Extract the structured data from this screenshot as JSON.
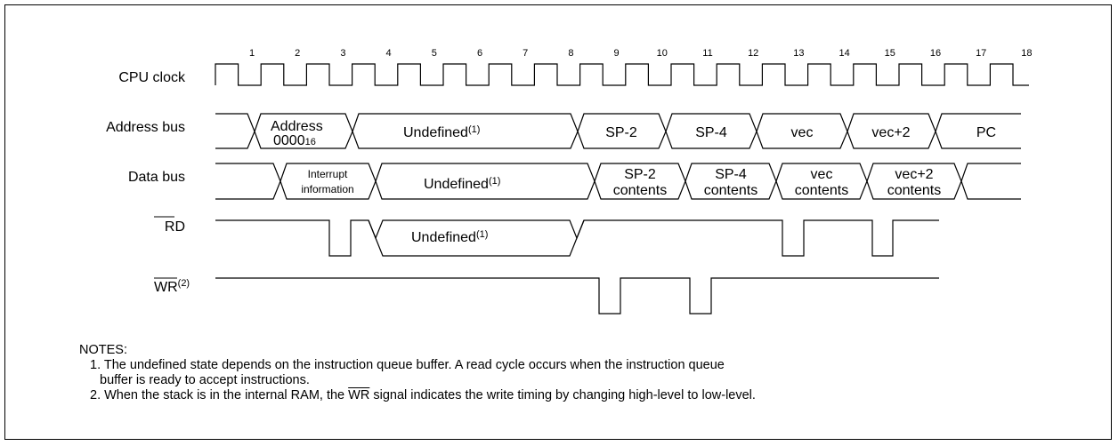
{
  "signals": {
    "clock": "CPU clock",
    "address": "Address bus",
    "data": "Data bus",
    "rd": "RD",
    "wr": "WR",
    "wr_sup": "(2)"
  },
  "cycle_numbers": [
    "1",
    "2",
    "3",
    "4",
    "5",
    "6",
    "7",
    "8",
    "9",
    "10",
    "11",
    "12",
    "13",
    "14",
    "15",
    "16",
    "17",
    "18"
  ],
  "address_bus": {
    "address_line1": "Address",
    "address_line2": "0000",
    "address_sub": "16",
    "undefined": "Undefined",
    "undefined_sup": "(1)",
    "sp2": "SP-2",
    "sp4": "SP-4",
    "vec": "vec",
    "vec2": "vec+2",
    "pc": "PC"
  },
  "data_bus": {
    "interrupt_line1": "Interrupt",
    "interrupt_line2": "information",
    "undefined": "Undefined",
    "undefined_sup": "(1)",
    "sp2_line1": "SP-2",
    "sp4_line1": "SP-4",
    "vec_line1": "vec",
    "vec2_line1": "vec+2",
    "contents": "contents"
  },
  "rd_bus": {
    "undefined": "Undefined",
    "undefined_sup": "(1)"
  },
  "notes": {
    "heading": "NOTES:",
    "note1_line1": "1. The undefined state depends on the instruction queue buffer. A read cycle occurs when the instruction queue",
    "note1_line2": "buffer is ready to accept instructions.",
    "note2_before": "2. When the stack is in the internal RAM, the ",
    "note2_wr": "WR",
    "note2_after": " signal indicates the write timing by changing high-level to low-level."
  }
}
